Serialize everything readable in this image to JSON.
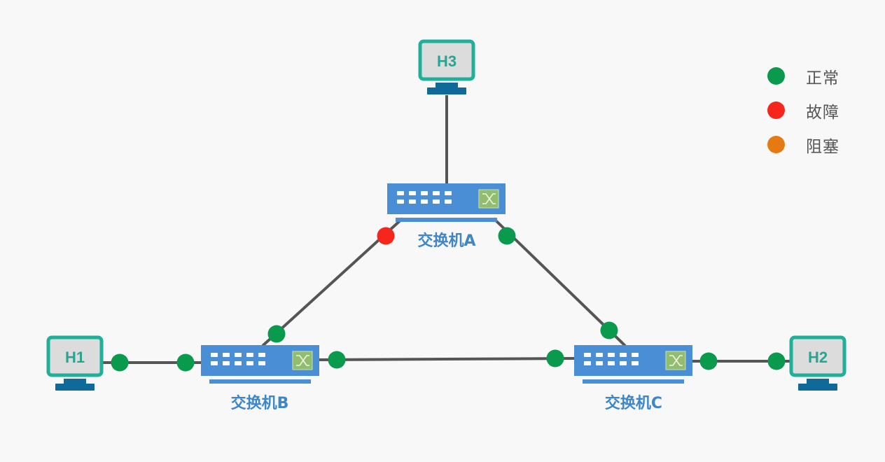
{
  "colors": {
    "normal": "#0a9a4e",
    "fault": "#f5261c",
    "blocked": "#e67a12",
    "switch_body": "#4a8fd6",
    "switch_icon_bg": "#93bd6e",
    "host_frame": "#20b09a",
    "host_screen": "#dcdcdc",
    "host_stand": "#0f6a9a",
    "link": "#555555",
    "label": "#3f86c9"
  },
  "legend": [
    {
      "label": "正常",
      "status": "normal"
    },
    {
      "label": "故障",
      "status": "fault"
    },
    {
      "label": "阻塞",
      "status": "blocked"
    }
  ],
  "hosts": {
    "h1": {
      "label": "H1"
    },
    "h2": {
      "label": "H2"
    },
    "h3": {
      "label": "H3"
    }
  },
  "switches": {
    "a": {
      "label": "交换机A"
    },
    "b": {
      "label": "交换机B"
    },
    "c": {
      "label": "交换机C"
    }
  },
  "ports": [
    {
      "id": "a-to-b",
      "status": "fault"
    },
    {
      "id": "a-to-c",
      "status": "normal"
    },
    {
      "id": "b-to-a",
      "status": "normal"
    },
    {
      "id": "c-to-a",
      "status": "normal"
    },
    {
      "id": "h1-to-b",
      "status": "normal"
    },
    {
      "id": "b-to-h1",
      "status": "normal"
    },
    {
      "id": "b-to-c",
      "status": "normal"
    },
    {
      "id": "c-to-b",
      "status": "normal"
    },
    {
      "id": "c-to-h2",
      "status": "normal"
    },
    {
      "id": "h2-to-c",
      "status": "normal"
    }
  ]
}
